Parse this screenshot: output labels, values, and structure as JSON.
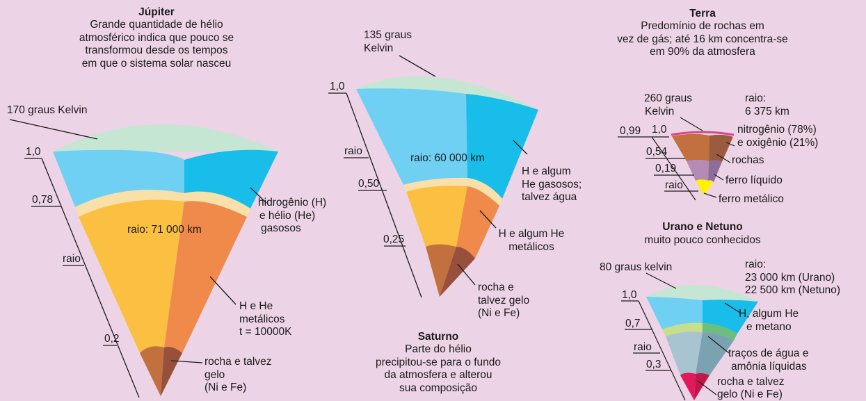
{
  "colors": {
    "background": "#ecd4e6",
    "atmosphere": "#c4e6d2",
    "gas_light": "#6fd0f4",
    "gas_dark": "#18bdea",
    "transition": "#f8e0a8",
    "metallic_light": "#fbbf42",
    "metallic_dark": "#f08a4b",
    "core_light": "#c2703e",
    "core_dark": "#96503b",
    "earth_crust": "#ee3a96",
    "earth_rock_dark": "#9a5b40",
    "earth_liquid_iron": "#b48bb5",
    "earth_solid_iron": "#fff200",
    "uranus_water": "#a9c4d1",
    "uranus_water_dark": "#7ba2b1",
    "uranus_band": "#c7df8b",
    "uranus_band_dark": "#6bbe7b",
    "uranus_core": "#e2195a"
  },
  "jupiter": {
    "title": "Júpiter",
    "desc": [
      "Grande quantidade de hélio",
      "atmosférico indica que pouco se",
      "transformou desde os tempos",
      "em que o sistema solar nasceu"
    ],
    "temp": "170 graus Kelvin",
    "radius": "raio: 71 000 km",
    "scale": {
      "r1": "1,0",
      "r2": "0,78",
      "r3": "raio",
      "r4": "0,2"
    },
    "gas": [
      "hidrogênio (H)",
      "e hélio (He)",
      "gasosos"
    ],
    "metal": [
      "H e He",
      "metálicos",
      "t = 10000K"
    ],
    "core": [
      "rocha e talvez",
      "gelo",
      "(Ni e Fe)"
    ]
  },
  "saturn": {
    "temp": [
      "135 graus",
      "Kelvin"
    ],
    "radius": "raio: 60 000 km",
    "scale": {
      "r1": "1,0",
      "r2": "raio",
      "r3": "0,50",
      "r4": "0,25"
    },
    "gas": [
      "H e algum",
      "He gasosos;",
      "talvez água"
    ],
    "metal": [
      "H e algum He",
      "metálicos"
    ],
    "core": [
      "rocha e",
      "talvez gelo",
      "(Ni e Fe)"
    ],
    "title": "Saturno",
    "desc": [
      "Parte do hélio",
      "precipitou-se para o fundo",
      "da atmosfera e alterou",
      "sua composição"
    ]
  },
  "earth": {
    "title": "Terra",
    "desc": [
      "Predomínio de rochas em",
      "vez de gás; até 16 km concentra-se",
      "em 90% da atmosfera"
    ],
    "temp": [
      "260 graus",
      "Kelvin"
    ],
    "radius": [
      "raio:",
      "6 375 km"
    ],
    "scale": {
      "r0": "0,99",
      "r1": "1,0",
      "r2": "0,54",
      "r3": "0,19",
      "r4": "raio"
    },
    "atm": [
      "nitrogênio (78%)",
      "e oxigênio (21%)"
    ],
    "rock": "rochas",
    "liquid_iron": "ferro líquido",
    "solid_iron": "ferro metálico"
  },
  "uranus": {
    "title": "Urano e Netuno",
    "subtitle": "muito pouco conhecidos",
    "temp": "80 graus kelvin",
    "radius": [
      "raio:",
      "23 000 km (Urano)",
      "22 500 km (Netuno)"
    ],
    "scale": {
      "r1": "1,0",
      "r2": "0,7",
      "r3": "raio",
      "r4": "0,3"
    },
    "gas": [
      "H, algum He",
      "e metano"
    ],
    "water": [
      "traços de água e",
      "amônia líquidas"
    ],
    "core": [
      "rocha e talvez",
      "gelo (Ni e Fe)"
    ]
  }
}
